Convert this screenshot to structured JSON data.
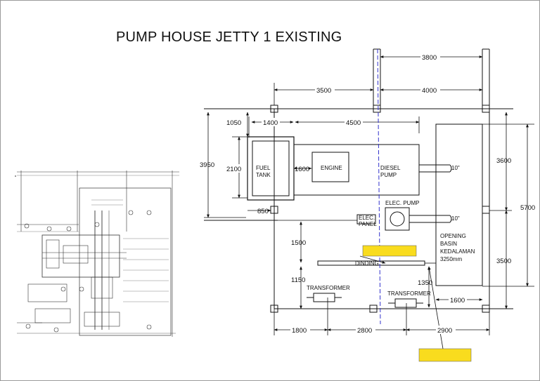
{
  "title": "PUMP HOUSE JETTY 1  EXISTING",
  "dimensions": {
    "top_span": "3800",
    "left_span": "3500",
    "right_span": "4000",
    "tank_offset": "1050",
    "tank_width": "1400",
    "engine_span": "4500",
    "overall_height": "3950",
    "tank_height": "2100",
    "engine_gap": "1600",
    "tank_to_column": "850",
    "elec_to_dinding": "1500",
    "dinding_to_transformer": "1150",
    "transformer_height": "1350",
    "basin_width": "1600",
    "right_top": "3600",
    "right_overall": "5700",
    "right_bottom": "3500",
    "bottom_left": "1800",
    "bottom_mid": "2800",
    "bottom_right": "2900"
  },
  "labels": {
    "fuel_tank": [
      "FUEL",
      "TANK"
    ],
    "engine": "ENGINE",
    "diesel_pump": [
      "DIESEL",
      "PUMP"
    ],
    "pipe_top": "10\"",
    "pipe_mid": "10\"",
    "elec_pump": "ELEC. PUMP",
    "elec_panel": [
      "ELEC.",
      "PANEL"
    ],
    "dinding": "DINDING",
    "transformer_left": "TRANSFORMER",
    "transformer_right": "TRANSFORMER",
    "opening_basin": [
      "OPENING",
      "BASIN",
      "KEDALAMAN",
      "3250mm"
    ]
  },
  "colors": {
    "highlight": "#f9dc1e",
    "center_line": "#3333cc",
    "ink": "#111111"
  }
}
